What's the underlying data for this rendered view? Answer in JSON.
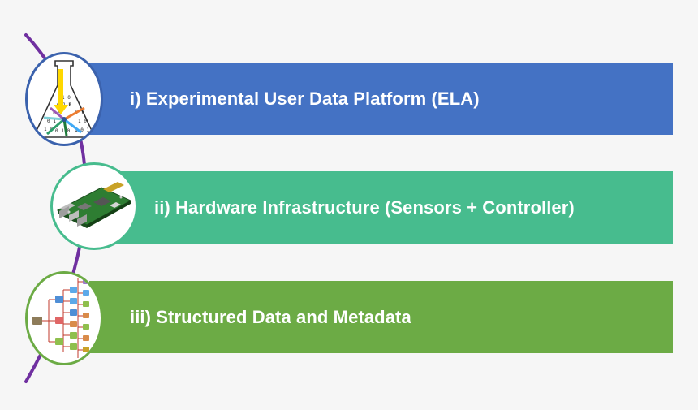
{
  "steps": [
    {
      "label": "i) Experimental User Data Platform (ELA)",
      "color": "#4472c4",
      "icon": "flask-arrows-icon"
    },
    {
      "label": "ii) Hardware Infrastructure (Sensors + Controller)",
      "color": "#47bc8e",
      "icon": "circuit-board-icon"
    },
    {
      "label": "iii) Structured Data and Metadata",
      "color": "#6cab45",
      "icon": "folder-tree-icon"
    }
  ],
  "connector_color": "#7030a0"
}
